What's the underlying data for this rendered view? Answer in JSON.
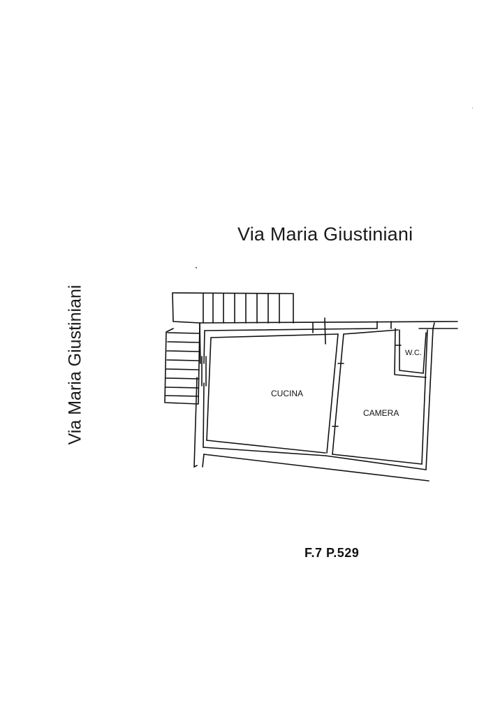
{
  "streets": {
    "top": "Via Maria Giustiniani",
    "side": "Via Maria Giustiniani"
  },
  "rooms": {
    "kitchen": "CUCINA",
    "bedroom": "CAMERA",
    "wc": "W.C."
  },
  "parcel_ref": "F.7 P.529"
}
